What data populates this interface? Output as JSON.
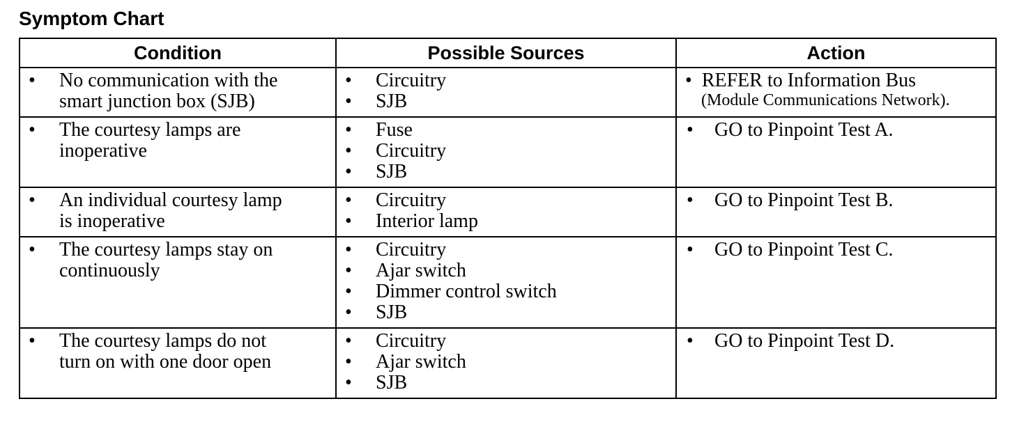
{
  "title": "Symptom Chart",
  "columns": [
    "Condition",
    "Possible Sources",
    "Action"
  ],
  "bullet": "•",
  "rows": [
    {
      "condition": [
        "No communication with the",
        "smart junction box (SJB)"
      ],
      "sources": [
        "Circuitry",
        "SJB"
      ],
      "action": [
        "REFER to Information Bus",
        "(Module Communications Network)."
      ]
    },
    {
      "condition": [
        "The courtesy lamps are",
        "inoperative"
      ],
      "sources": [
        "Fuse",
        "Circuitry",
        "SJB"
      ],
      "action": [
        "GO to Pinpoint Test A."
      ]
    },
    {
      "condition": [
        "An individual courtesy lamp",
        "is inoperative"
      ],
      "sources": [
        "Circuitry",
        "Interior lamp"
      ],
      "action": [
        "GO to Pinpoint Test B."
      ]
    },
    {
      "condition": [
        "The courtesy lamps stay on",
        "continuously"
      ],
      "sources": [
        "Circuitry",
        "Ajar switch",
        "Dimmer control switch",
        "SJB"
      ],
      "action": [
        "GO to Pinpoint Test C."
      ]
    },
    {
      "condition": [
        "The courtesy lamps do not",
        "turn on with one door open"
      ],
      "sources": [
        "Circuitry",
        "Ajar switch",
        "SJB"
      ],
      "action": [
        "GO to Pinpoint Test D."
      ]
    }
  ]
}
